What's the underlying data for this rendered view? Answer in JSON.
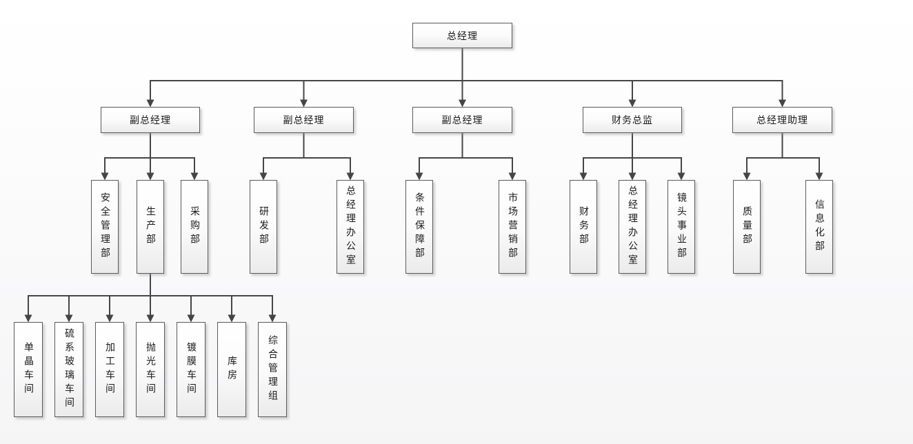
{
  "diagram": {
    "type": "org-chart",
    "levels": 4,
    "node_count": 25
  },
  "colors": {
    "line": "#454545",
    "box_border": "#595959",
    "box_fill_top": "#ffffff",
    "box_fill_bottom": "#ebebeb",
    "text": "#1a1a1a",
    "background": "#f7f7f8"
  },
  "nodes": [
    {
      "id": "general-manager",
      "label": "总经理",
      "parent": null
    },
    {
      "id": "deputy-gm-1",
      "label": "副总经理",
      "parent": "general-manager"
    },
    {
      "id": "deputy-gm-2",
      "label": "副总经理",
      "parent": "general-manager"
    },
    {
      "id": "deputy-gm-3",
      "label": "副总经理",
      "parent": "general-manager"
    },
    {
      "id": "finance-director",
      "label": "财务总监",
      "parent": "general-manager"
    },
    {
      "id": "gm-assistant",
      "label": "总经理助理",
      "parent": "general-manager"
    },
    {
      "id": "safety-management-dept",
      "label": "安全管理部",
      "parent": "deputy-gm-1"
    },
    {
      "id": "production-dept",
      "label": "生产部",
      "parent": "deputy-gm-1"
    },
    {
      "id": "purchasing-dept",
      "label": "采购部",
      "parent": "deputy-gm-1"
    },
    {
      "id": "rd-dept",
      "label": "研发部",
      "parent": "deputy-gm-2"
    },
    {
      "id": "gm-office-1",
      "label": "总经理办公室",
      "parent": "deputy-gm-2"
    },
    {
      "id": "conditions-support-dept",
      "label": "条件保障部",
      "parent": "deputy-gm-3"
    },
    {
      "id": "marketing-dept",
      "label": "市场营销部",
      "parent": "deputy-gm-3"
    },
    {
      "id": "finance-dept",
      "label": "财务部",
      "parent": "finance-director"
    },
    {
      "id": "gm-office-2",
      "label": "总经理办公室",
      "parent": "finance-director"
    },
    {
      "id": "lens-business-dept",
      "label": "镜头事业部",
      "parent": "finance-director"
    },
    {
      "id": "quality-dept",
      "label": "质量部",
      "parent": "gm-assistant"
    },
    {
      "id": "informatization-dept",
      "label": "信息化部",
      "parent": "gm-assistant"
    },
    {
      "id": "monocrystal-workshop",
      "label": "单晶车间",
      "parent": "production-dept"
    },
    {
      "id": "chalcogenide-glass-workshop",
      "label": "硫系玻璃车间",
      "parent": "production-dept"
    },
    {
      "id": "processing-workshop",
      "label": "加工车间",
      "parent": "production-dept"
    },
    {
      "id": "polishing-workshop",
      "label": "抛光车间",
      "parent": "production-dept"
    },
    {
      "id": "coating-workshop",
      "label": "镀膜车间",
      "parent": "production-dept"
    },
    {
      "id": "warehouse",
      "label": "库房",
      "parent": "production-dept"
    },
    {
      "id": "general-management-group",
      "label": "综合管理组",
      "parent": "production-dept"
    }
  ]
}
